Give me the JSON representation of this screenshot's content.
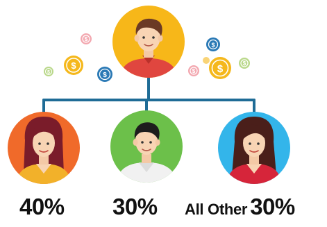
{
  "beneficiaries": [
    {
      "id": "left",
      "percent": "40%",
      "prefix": "",
      "color": "#f06a2a",
      "gender": "female"
    },
    {
      "id": "middle",
      "percent": "30%",
      "prefix": "",
      "color": "#6cc04a",
      "gender": "male"
    },
    {
      "id": "right",
      "percent": "30%",
      "prefix": "All Other",
      "color": "#33b5ea",
      "gender": "female"
    }
  ],
  "owner": {
    "color": "#f7b719"
  },
  "colors": {
    "connector": "#1f6c96",
    "text": "#111111",
    "coin_gold": "#f5b81c",
    "coin_blue": "#2a79b5",
    "coin_pink": "#f3a8b0",
    "coin_green": "#b9d88a"
  },
  "icons": [
    "person-avatar-icon",
    "dollar-coin-icon"
  ]
}
